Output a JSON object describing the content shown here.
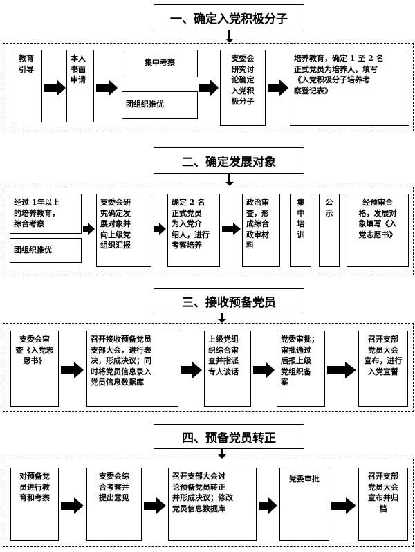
{
  "sections": [
    {
      "title": "一、确定入党积极分子",
      "steps": [
        "教育\n引导",
        "本人\n书面\n申请",
        "集中考察",
        "团组织推优",
        "支委会\n研究讨\n论确定\n入党积\n极分子",
        "培养教育，确定 1 至 2 名\n正式党员为培养人，填写\n《入党积极分子培养考\n察登记表》"
      ]
    },
    {
      "title": "二、确定发展对象",
      "steps": [
        "经过 1年以上\n的培养教育，\n综合考察",
        "团组织推优",
        "支委会研\n究确定发\n展对象并\n向上级党\n组织汇报",
        "确定 2 名\n正式党员\n为入党介\n绍人，进行\n考察培养",
        "政治审\n查，形\n成综合\n政审材\n料",
        "集\n中\n培\n训",
        "公\n示",
        "经预审合\n格，发展对\n象填写《入\n党志愿书》"
      ]
    },
    {
      "title": "三、接收预备党员",
      "steps": [
        "支委会审\n查《入党志\n愿书》",
        "召开接收预备党员\n支部大会，进行表\n决，形成决议；同\n时将党员信息录入\n党员信息数据库",
        "上级党组\n织综合审\n查并指派\n专人谈话",
        "党委审批；\n审批通过\n后报上级\n党组织备\n案",
        "召开支部\n党员大会\n宣布，进行\n入党宣誓"
      ]
    },
    {
      "title": "四、预备党员转正",
      "steps": [
        "对预备党\n员进行教\n育和考察",
        "支委会综\n合考察并\n提出意见",
        "召开支部大会讨\n论预备党员转正\n并形成决议；修改\n党员信息数据库",
        "党委审批",
        "召开支部\n党员大会\n宣布并归\n档"
      ]
    }
  ]
}
